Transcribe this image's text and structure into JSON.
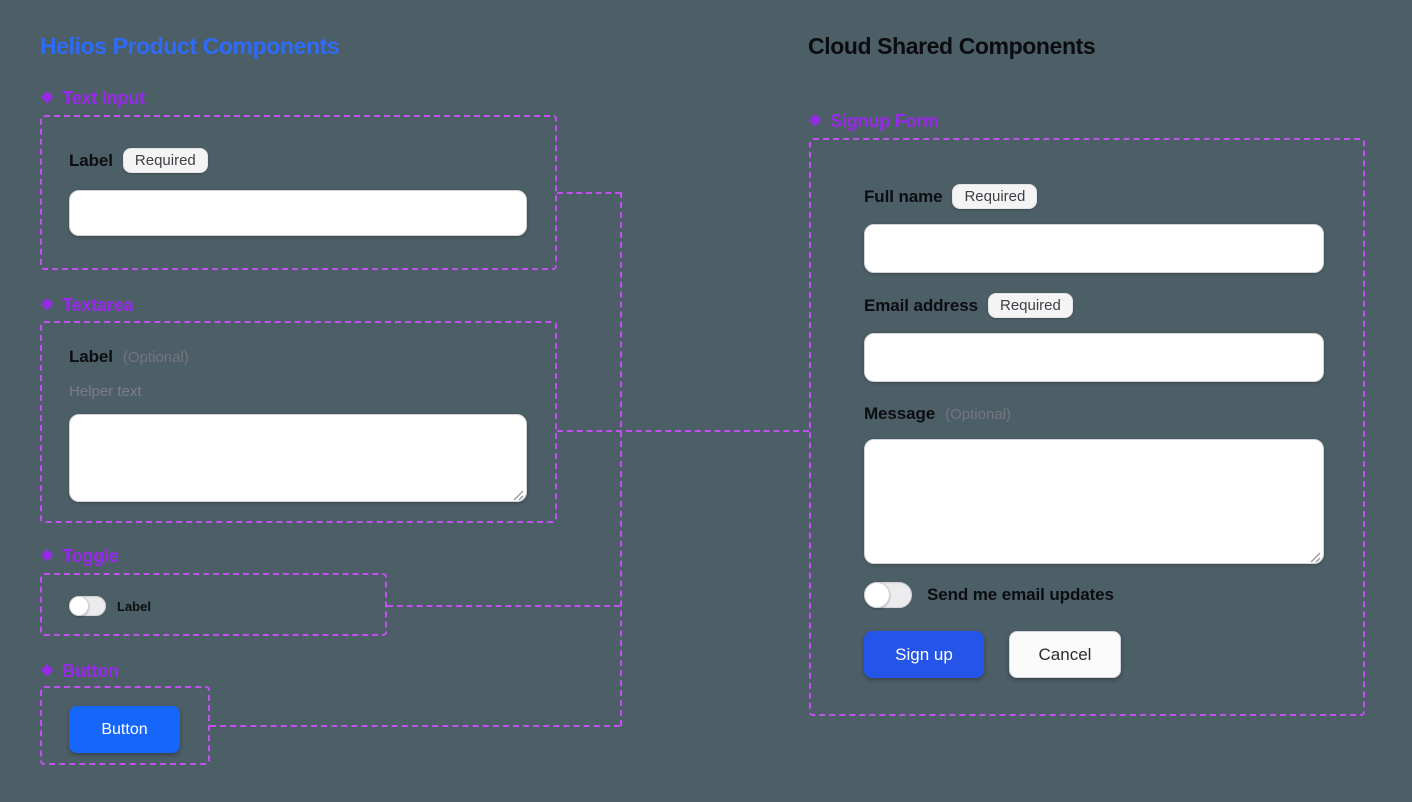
{
  "colors": {
    "background": "#4C5E66",
    "title_blue": "#2E6BFA",
    "component_purple": "#9929EA",
    "outline_purple": "#C44DF3",
    "button_blue": "#1766FB",
    "signup_blue": "#2455E8"
  },
  "icons": {
    "component": "❖"
  },
  "helios": {
    "title": "Helios Product Components",
    "text_input": {
      "heading": "Text Input",
      "label": "Label",
      "badge": "Required",
      "value": ""
    },
    "textarea": {
      "heading": "Textarea",
      "label": "Label",
      "optional": "(Optional)",
      "helper": "Helper text",
      "value": ""
    },
    "toggle": {
      "heading": "Toggle",
      "label": "Label",
      "state": "off"
    },
    "button": {
      "heading": "Button",
      "label": "Button"
    }
  },
  "cloud": {
    "title": "Cloud Shared Components",
    "signup": {
      "heading": "Signup Form",
      "full_name": {
        "label": "Full name",
        "badge": "Required",
        "value": ""
      },
      "email": {
        "label": "Email address",
        "badge": "Required",
        "value": ""
      },
      "message": {
        "label": "Message",
        "optional": "(Optional)",
        "value": ""
      },
      "updates_toggle": {
        "label": "Send me email updates",
        "state": "off"
      },
      "submit": "Sign up",
      "cancel": "Cancel"
    }
  }
}
